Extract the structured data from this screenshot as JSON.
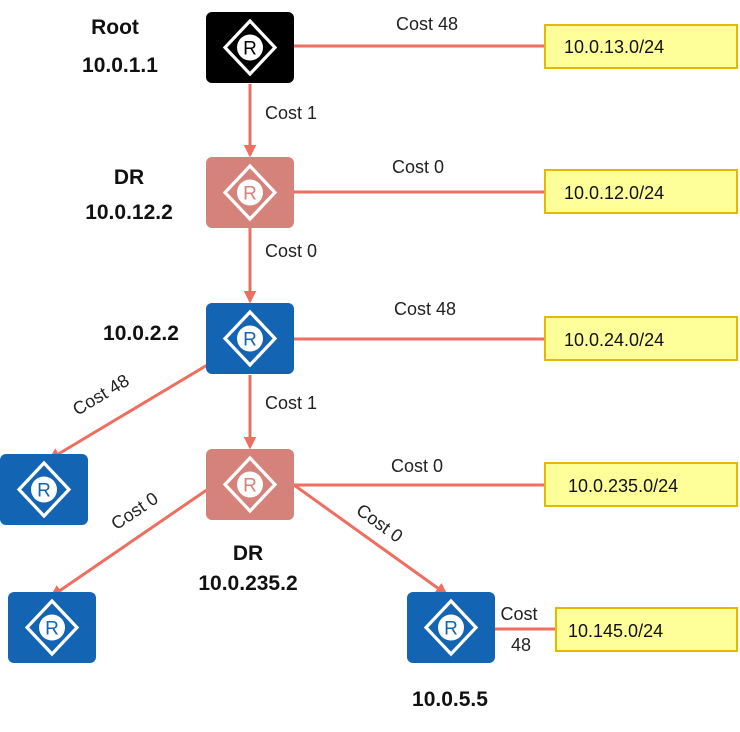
{
  "colors": {
    "link": "#ee6e5f",
    "root_router": "#000000",
    "dr_router": "#d4827a",
    "router": "#1464b4",
    "subnet_fill": "#ffff99",
    "subnet_border": "#e6b800",
    "icon_white": "#ffffff"
  },
  "icons": {
    "router": "router-icon"
  },
  "routers": {
    "root": {
      "title": "Root",
      "ip": "10.0.1.1"
    },
    "dr1": {
      "title": "DR",
      "ip": "10.0.12.2"
    },
    "r3": {
      "ip": "10.0.2.2"
    },
    "dr2": {
      "title": "DR",
      "ip": "10.0.235.2"
    },
    "r5": {
      "ip": "10.0.5.5"
    }
  },
  "subnets": [
    "10.0.13.0/24",
    "10.0.12.0/24",
    "10.0.24.0/24",
    "10.0.235.0/24",
    "10.145.0/24"
  ],
  "costs": {
    "root_subnet": "Cost 48",
    "root_dr1": "Cost 1",
    "dr1_subnet": "Cost 0",
    "dr1_r3": "Cost 0",
    "r3_subnet": "Cost 48",
    "r3_left": "Cost 48",
    "r3_dr2": "Cost 1",
    "dr2_subnet": "Cost 0",
    "dr2_left": "Cost 0",
    "dr2_r5": "Cost 0",
    "r5_subnet_line1": "Cost",
    "r5_subnet_line2": "48"
  }
}
